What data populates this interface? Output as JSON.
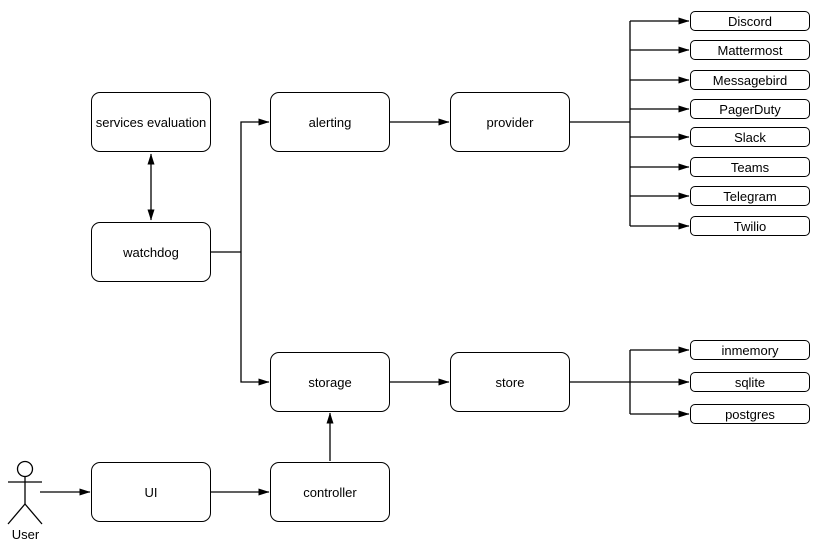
{
  "diagram": {
    "nodes": {
      "services_evaluation": {
        "label": "services evaluation"
      },
      "watchdog": {
        "label": "watchdog"
      },
      "alerting": {
        "label": "alerting"
      },
      "provider": {
        "label": "provider"
      },
      "storage": {
        "label": "storage"
      },
      "store": {
        "label": "store"
      },
      "ui": {
        "label": "UI"
      },
      "controller": {
        "label": "controller"
      }
    },
    "provider_targets": [
      "Discord",
      "Mattermost",
      "Messagebird",
      "PagerDuty",
      "Slack",
      "Teams",
      "Telegram",
      "Twilio"
    ],
    "store_targets": [
      "inmemory",
      "sqlite",
      "postgres"
    ],
    "actor": {
      "label": "User"
    },
    "colors": {
      "stroke": "#000000",
      "node_fill": "#ffffff",
      "text": "#000000",
      "background": "#ffffff"
    }
  }
}
